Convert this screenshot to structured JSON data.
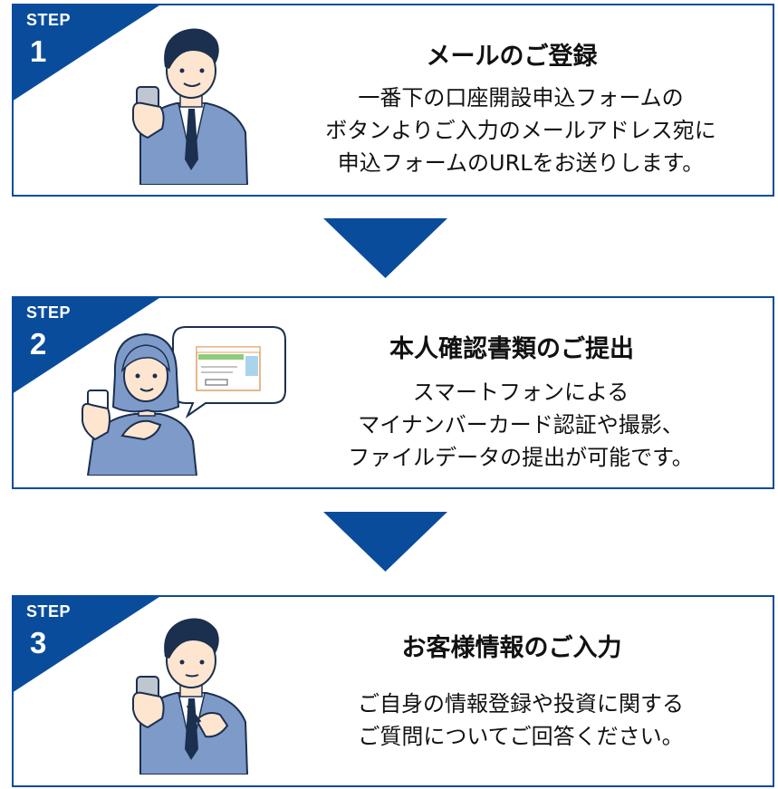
{
  "colors": {
    "brand": "#0a4c9c",
    "skin": "#fde5cf",
    "suit": "#7e9ac9",
    "hair": "#1b2f4f"
  },
  "steps": [
    {
      "label": "STEP",
      "number": "1",
      "title": "メールのご登録",
      "lines": [
        "一番下の口座開設申込フォームの",
        "ボタンよりご入力のメールアドレス宛に",
        "申込フォームのURLをお送りします。"
      ]
    },
    {
      "label": "STEP",
      "number": "2",
      "title": "本人確認書類のご提出",
      "lines": [
        "スマートフォンによる",
        "マイナンバーカード認証や撮影、",
        "ファイルデータの提出が可能です。"
      ]
    },
    {
      "label": "STEP",
      "number": "3",
      "title": "お客様情報のご入力",
      "lines": [
        "ご自身の情報登録や投資に関する",
        "ご質問についてご回答ください。"
      ]
    }
  ],
  "icons": {
    "step1": "man-with-phone-illustration",
    "step2": "woman-with-id-card-illustration",
    "step3": "man-with-phone-and-pen-illustration",
    "arrows": "down-triangle-icon"
  }
}
